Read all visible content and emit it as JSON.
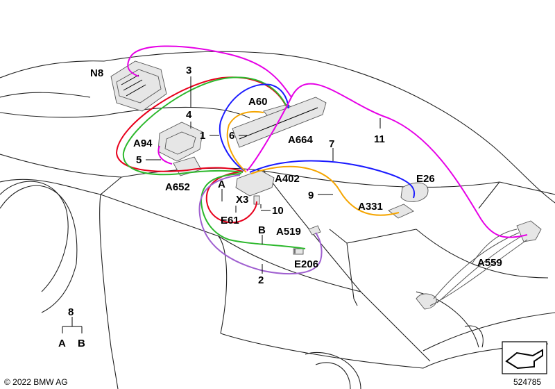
{
  "colors": {
    "red": "#e8001c",
    "green": "#2cb82c",
    "blue": "#1a1aff",
    "orange": "#f5a500",
    "magenta": "#e600e6",
    "violet": "#a060d0"
  },
  "labels": {
    "N8": "N8",
    "n3": "3",
    "n4": "4",
    "A60": "A60",
    "n1": "1",
    "n6": "6",
    "A664": "A664",
    "n11": "11",
    "n7": "7",
    "A94": "A94",
    "n5": "5",
    "A652": "A652",
    "A": "A",
    "A402": "A402",
    "E26": "E26",
    "X3": "X3",
    "n9": "9",
    "A331": "A331",
    "n10": "10",
    "E61": "E61",
    "B": "B",
    "A519": "A519",
    "E206": "E206",
    "n2": "2",
    "A559": "A559",
    "n8": "8",
    "legA": "A",
    "legB": "B"
  },
  "footer": {
    "copyright": "© 2022 BMW AG",
    "image_number": "524785"
  }
}
